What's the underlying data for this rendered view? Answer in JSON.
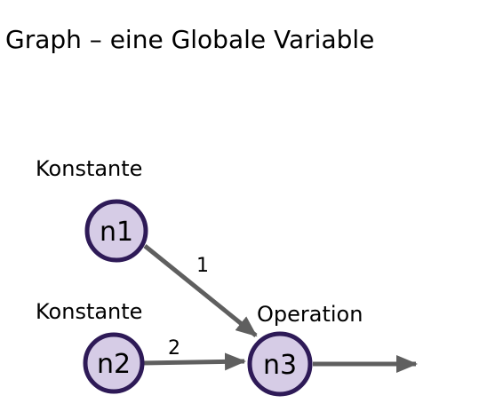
{
  "title": "Graph – eine Globale Variable",
  "colors": {
    "node_fill": "#d6cce6",
    "node_stroke": "#2e1a57",
    "edge": "#5f5f5f"
  },
  "nodes": [
    {
      "id": "n1",
      "label": "n1",
      "caption": "Konstante"
    },
    {
      "id": "n2",
      "label": "n2",
      "caption": "Konstante"
    },
    {
      "id": "n3",
      "label": "n3",
      "caption": "Operation"
    }
  ],
  "edges": [
    {
      "from": "n1",
      "to": "n3",
      "label": "1"
    },
    {
      "from": "n2",
      "to": "n3",
      "label": "2"
    },
    {
      "from": "n3",
      "to": "output",
      "label": ""
    }
  ]
}
